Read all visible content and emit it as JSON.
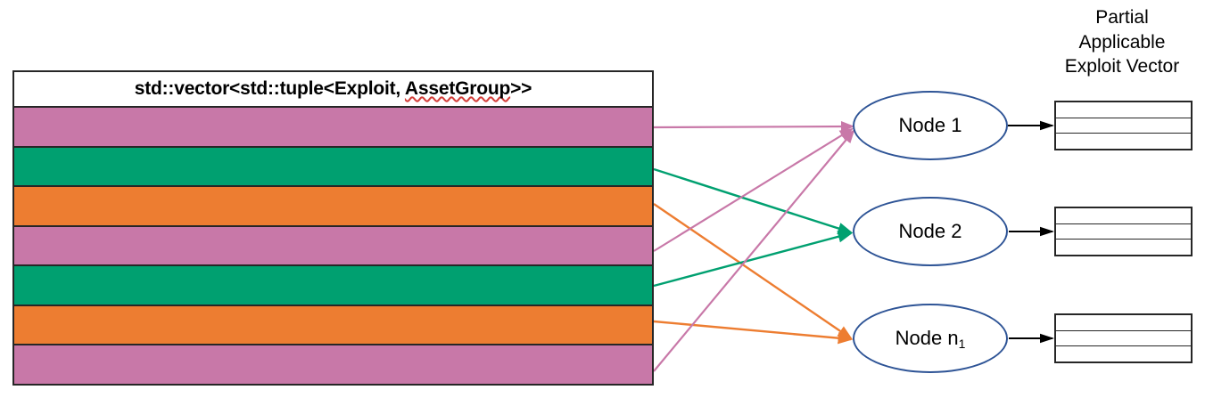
{
  "diagram": {
    "title_text": "std::vector<std::tuple<Exploit, AssetGroup>>",
    "vector_header": {
      "prefix": "std::vector<std::tuple<Exploit, ",
      "misspelled": "AssetGroup",
      "suffix": ">>"
    },
    "right_caption": {
      "line1": "Partial",
      "line2": "Applicable",
      "line3": "Exploit Vector"
    },
    "colors": {
      "pink": "#C878A8",
      "green": "#00A070",
      "orange": "#ED7D31",
      "node_border": "#2E5496",
      "outline": "#262626",
      "arrow_black": "#000000",
      "spellcheck_underline": "#D43F3A"
    },
    "vector_rows": [
      {
        "index": 1,
        "color": "#C878A8",
        "color_name": "pink",
        "target": "Node 1"
      },
      {
        "index": 2,
        "color": "#00A070",
        "color_name": "green",
        "target": "Node 2"
      },
      {
        "index": 3,
        "color": "#ED7D31",
        "color_name": "orange",
        "target": "Node n1"
      },
      {
        "index": 4,
        "color": "#C878A8",
        "color_name": "pink",
        "target": "Node 1"
      },
      {
        "index": 5,
        "color": "#00A070",
        "color_name": "green",
        "target": "Node 2"
      },
      {
        "index": 6,
        "color": "#ED7D31",
        "color_name": "orange",
        "target": "Node n1"
      },
      {
        "index": 7,
        "color": "#C878A8",
        "color_name": "pink",
        "target": "Node 1"
      }
    ],
    "nodes": [
      {
        "id": "node-1",
        "label": "Node 1",
        "base": "Node 1",
        "subscript": ""
      },
      {
        "id": "node-2",
        "label": "Node 2",
        "base": "Node 2",
        "subscript": ""
      },
      {
        "id": "node-n",
        "label": "Node n1",
        "base": "Node n",
        "subscript": "1"
      }
    ],
    "output_tables": [
      {
        "for_node": "Node 1",
        "row_count": 3,
        "rows": [
          "",
          "",
          ""
        ]
      },
      {
        "for_node": "Node 2",
        "row_count": 3,
        "rows": [
          "",
          "",
          ""
        ]
      },
      {
        "for_node": "Node n1",
        "row_count": 3,
        "rows": [
          "",
          "",
          ""
        ]
      }
    ]
  }
}
